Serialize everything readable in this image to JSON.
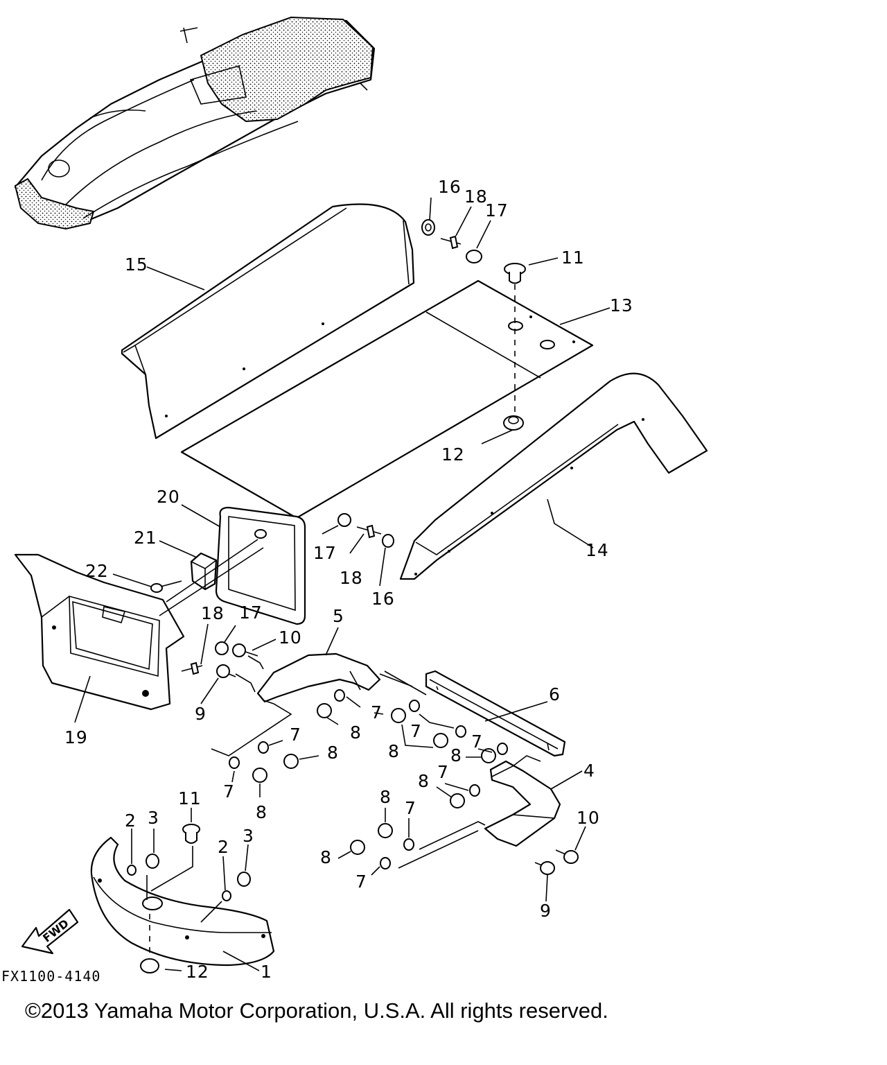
{
  "figure_code": "FX1100-4140",
  "copyright": "©2013 Yamaha Motor Corporation, U.S.A. All rights reserved.",
  "fwd_label": "FWD",
  "callouts": [
    {
      "id": "c1",
      "label": "1"
    },
    {
      "id": "c2a",
      "label": "2"
    },
    {
      "id": "c2b",
      "label": "2"
    },
    {
      "id": "c3a",
      "label": "3"
    },
    {
      "id": "c3b",
      "label": "3"
    },
    {
      "id": "c4",
      "label": "4"
    },
    {
      "id": "c5",
      "label": "5"
    },
    {
      "id": "c6",
      "label": "6"
    },
    {
      "id": "c7a",
      "label": "7"
    },
    {
      "id": "c7b",
      "label": "7"
    },
    {
      "id": "c7c",
      "label": "7"
    },
    {
      "id": "c7d",
      "label": "7"
    },
    {
      "id": "c7e",
      "label": "7"
    },
    {
      "id": "c7f",
      "label": "7"
    },
    {
      "id": "c7g",
      "label": "7"
    },
    {
      "id": "c7h",
      "label": "7"
    },
    {
      "id": "c8a",
      "label": "8"
    },
    {
      "id": "c8b",
      "label": "8"
    },
    {
      "id": "c8c",
      "label": "8"
    },
    {
      "id": "c8d",
      "label": "8"
    },
    {
      "id": "c8e",
      "label": "8"
    },
    {
      "id": "c8f",
      "label": "8"
    },
    {
      "id": "c8g",
      "label": "8"
    },
    {
      "id": "c8h",
      "label": "8"
    },
    {
      "id": "c9a",
      "label": "9"
    },
    {
      "id": "c9b",
      "label": "9"
    },
    {
      "id": "c10a",
      "label": "10"
    },
    {
      "id": "c10b",
      "label": "10"
    },
    {
      "id": "c11a",
      "label": "11"
    },
    {
      "id": "c11b",
      "label": "11"
    },
    {
      "id": "c12a",
      "label": "12"
    },
    {
      "id": "c12b",
      "label": "12"
    },
    {
      "id": "c13",
      "label": "13"
    },
    {
      "id": "c14",
      "label": "14"
    },
    {
      "id": "c15",
      "label": "15"
    },
    {
      "id": "c16a",
      "label": "16"
    },
    {
      "id": "c16b",
      "label": "16"
    },
    {
      "id": "c17a",
      "label": "17"
    },
    {
      "id": "c17b",
      "label": "17"
    },
    {
      "id": "c17c",
      "label": "17"
    },
    {
      "id": "c18a",
      "label": "18"
    },
    {
      "id": "c18b",
      "label": "18"
    },
    {
      "id": "c18c",
      "label": "18"
    },
    {
      "id": "c19",
      "label": "19"
    },
    {
      "id": "c20",
      "label": "20"
    },
    {
      "id": "c21",
      "label": "21"
    },
    {
      "id": "c22",
      "label": "22"
    }
  ]
}
